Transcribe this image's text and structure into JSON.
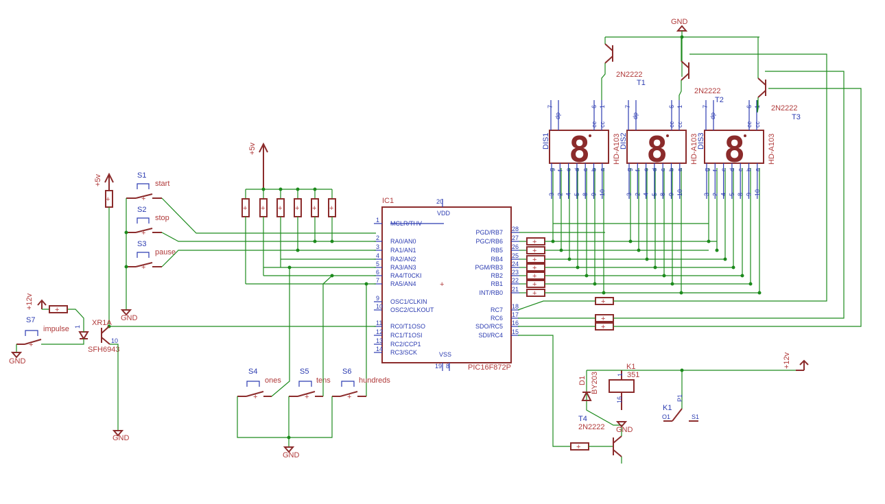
{
  "nets": {
    "gnd": "GND",
    "p5": "+5v",
    "p12": "+12v"
  },
  "ic": {
    "name": "IC1",
    "part": "PIC16F872P",
    "left_pins": [
      {
        "num": "1",
        "label": "MCLR/THV"
      },
      {
        "num": "2",
        "label": "RA0/AN0"
      },
      {
        "num": "3",
        "label": "RA1/AN1"
      },
      {
        "num": "4",
        "label": "RA2/AN2"
      },
      {
        "num": "5",
        "label": "RA3/AN3"
      },
      {
        "num": "6",
        "label": "RA4/T0CKI"
      },
      {
        "num": "7",
        "label": "RA5/AN4"
      },
      {
        "num": "9",
        "label": "OSC1/CLKIN"
      },
      {
        "num": "10",
        "label": "OSC2/CLKOUT"
      },
      {
        "num": "11",
        "label": "RC0/T1OSO"
      },
      {
        "num": "12",
        "label": "RC1/T1OSI"
      },
      {
        "num": "13",
        "label": "RC2/CCP1"
      },
      {
        "num": "14",
        "label": "RC3/SCK"
      }
    ],
    "right_pins": [
      {
        "num": "28",
        "label": "PGD/RB7"
      },
      {
        "num": "27",
        "label": "PGC/RB6"
      },
      {
        "num": "26",
        "label": "RB5"
      },
      {
        "num": "25",
        "label": "RB4"
      },
      {
        "num": "24",
        "label": "PGM/RB3"
      },
      {
        "num": "23",
        "label": "RB2"
      },
      {
        "num": "22",
        "label": "RB1"
      },
      {
        "num": "21",
        "label": "INT/RB0"
      },
      {
        "num": "18",
        "label": "RC7"
      },
      {
        "num": "17",
        "label": "RC6"
      },
      {
        "num": "16",
        "label": "SDO/RC5"
      },
      {
        "num": "15",
        "label": "SDI/RC4"
      }
    ],
    "vdd": "VDD",
    "vdd_pin": "20",
    "vss": "VSS",
    "vss_pin1": "19",
    "vss_pin2": "8"
  },
  "switches": [
    {
      "ref": "S1",
      "label": "start"
    },
    {
      "ref": "S2",
      "label": "stop"
    },
    {
      "ref": "S3",
      "label": "pause"
    },
    {
      "ref": "S4",
      "label": "ones"
    },
    {
      "ref": "S5",
      "label": "tens"
    },
    {
      "ref": "S6",
      "label": "hundreds"
    },
    {
      "ref": "S7",
      "label": "impulse"
    }
  ],
  "opto": {
    "ref": "XR1A",
    "part": "SFH6943",
    "pin1": "1",
    "pin10": "10"
  },
  "displays": [
    {
      "ref": "DIS1",
      "part": "HD-A103"
    },
    {
      "ref": "DIS2",
      "part": "HD-A103"
    },
    {
      "ref": "DIS3",
      "part": "HD-A103"
    }
  ],
  "display_glyph": "8",
  "display_top_pins": [
    "7",
    "dp",
    "cc",
    "6",
    "cc",
    "1"
  ],
  "display_seg_letters": [
    "g",
    "f",
    "e",
    "d",
    "c",
    "b",
    "a"
  ],
  "display_bottom_pins": [
    "3",
    "2",
    "4",
    "5",
    "8",
    "9",
    "10"
  ],
  "transistors": [
    {
      "ref": "T1",
      "part": "2N2222"
    },
    {
      "ref": "T2",
      "part": "2N2222"
    },
    {
      "ref": "T3",
      "part": "2N2222"
    },
    {
      "ref": "T4",
      "part": "2N2222"
    }
  ],
  "diode": {
    "ref": "D1",
    "part": "BY203"
  },
  "relay": {
    "ref": "K1",
    "part": "351",
    "pin1": "1",
    "pin16": "16"
  },
  "contact": {
    "ref": "K1",
    "p1": "P1",
    "o1": "O1",
    "s1": "S1"
  }
}
